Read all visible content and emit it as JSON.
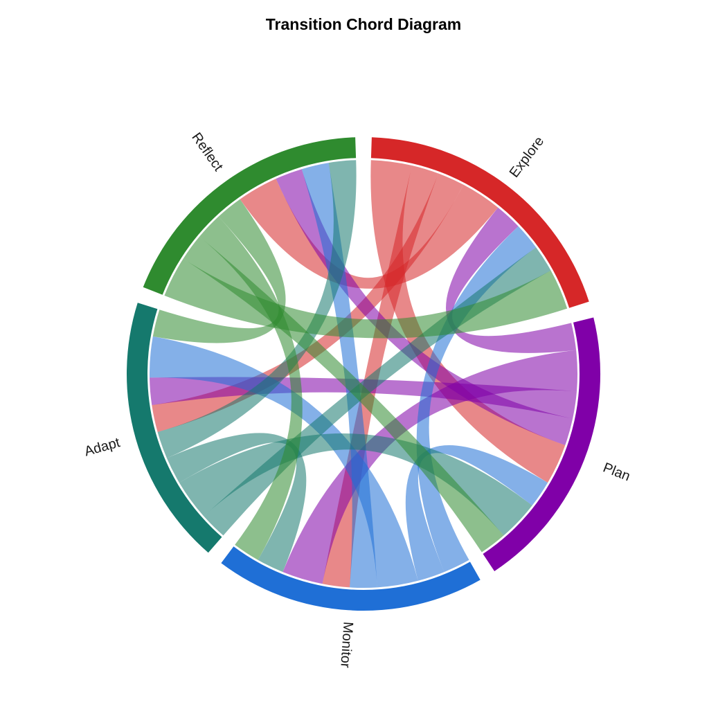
{
  "page": {
    "background": "#ffffff"
  },
  "chart_data": {
    "type": "chord",
    "title": "Transition Chord Diagram",
    "nodes": [
      {
        "name": "Explore",
        "color": "#d62728"
      },
      {
        "name": "Plan",
        "color": "#8000a8"
      },
      {
        "name": "Monitor",
        "color": "#1f6fd6"
      },
      {
        "name": "Adapt",
        "color": "#15796d"
      },
      {
        "name": "Reflect",
        "color": "#2f8b2f"
      }
    ],
    "matrix_order": "rows = source node, columns = target node (same order as nodes)",
    "matrix": [
      [
        0,
        3,
        2,
        2,
        3
      ],
      [
        2,
        0,
        3,
        2,
        2
      ],
      [
        2,
        2,
        0,
        3,
        2
      ],
      [
        2,
        3,
        2,
        0,
        2
      ],
      [
        3,
        2,
        2,
        2,
        0
      ]
    ],
    "ribbon_opacity": 0.55,
    "gap_degrees": 4,
    "start_degrees": 2,
    "legend": "none",
    "label_color": "#1a1a1a"
  }
}
